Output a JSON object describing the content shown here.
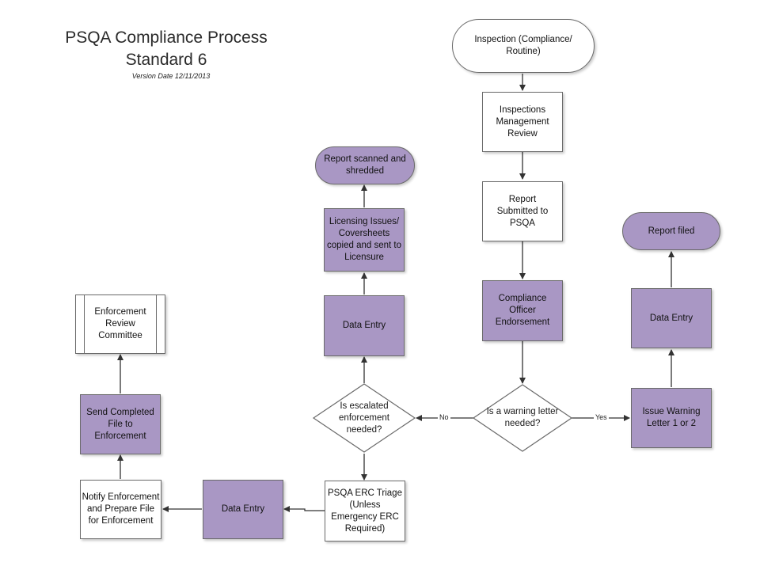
{
  "title": {
    "line1": "PSQA Compliance Process",
    "line2": "Standard 6",
    "version": "Version Date 12/11/2013"
  },
  "nodes": {
    "inspection": "Inspection (Compliance/ Routine)",
    "mgmt_review": "Inspections Management Review",
    "report_submitted": "Report Submitted to PSQA",
    "compliance_officer": "Compliance Officer Endorsement",
    "warning_decision": "Is a warning letter needed?",
    "issue_warning": "Issue Warning Letter 1 or 2",
    "data_entry_right": "Data Entry",
    "report_filed": "Report filed",
    "escalated_decision": "Is escalated enforcement needed?",
    "data_entry_mid": "Data Entry",
    "licensing": "Licensing Issues/ Coversheets copied and sent to Licensure",
    "report_shredded": "Report scanned and shredded",
    "erc_triage": "PSQA ERC Triage (Unless Emergency ERC Required)",
    "data_entry_bottom": "Data Entry",
    "notify": "Notify Enforcement and Prepare File for Enforcement",
    "send_file": "Send Completed File to Enforcement",
    "erc_committee": "Enforcement Review Committee"
  },
  "edge_labels": {
    "no": "No",
    "yes": "Yes"
  },
  "colors": {
    "purple_fill": "#a997c4",
    "border": "#6a6a6a",
    "arrow": "#333333"
  }
}
